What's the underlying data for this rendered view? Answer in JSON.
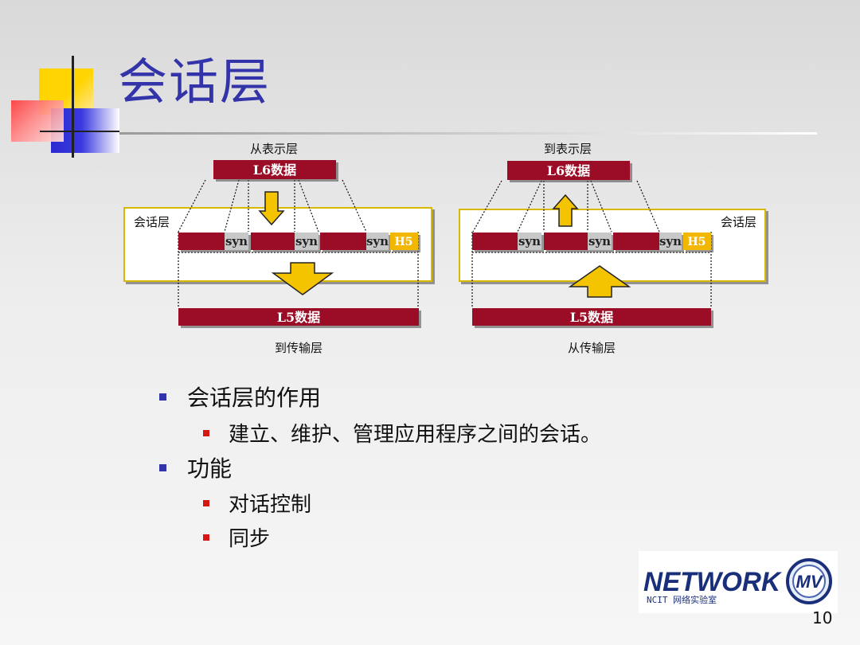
{
  "slide": {
    "title": "会话层",
    "page_number": "10"
  },
  "diagram": {
    "left": {
      "top_label": "从表示层",
      "top_block": "L6数据",
      "layer_label": "会话层",
      "bottom_block": "L5数据",
      "bottom_label": "到传输层",
      "syn": "syn",
      "header": "H5",
      "arrow": "down"
    },
    "right": {
      "top_label": "到表示层",
      "top_block": "L6数据",
      "layer_label": "会话层",
      "bottom_block": "L5数据",
      "bottom_label": "从传输层",
      "syn": "syn",
      "header": "H5",
      "arrow": "up"
    }
  },
  "bullets": [
    {
      "text": "会话层的作用",
      "sub": [
        "建立、维护、管理应用程序之间的会话。"
      ]
    },
    {
      "text": "功能",
      "sub": [
        "对话控制",
        "同步"
      ]
    }
  ],
  "logo": {
    "text": "NETWORK",
    "subtext": "NCIT 网络实验室",
    "emblem_text": "MV"
  },
  "colors": {
    "title": "#3333aa",
    "block": "#9b1028",
    "syn_fill": "#c8c8c8",
    "header_fill": "#f2b705",
    "arrow_fill": "#f5c400",
    "layer_border": "#d8b800",
    "bullet_blue": "#3333aa",
    "bullet_red": "#d61515"
  }
}
